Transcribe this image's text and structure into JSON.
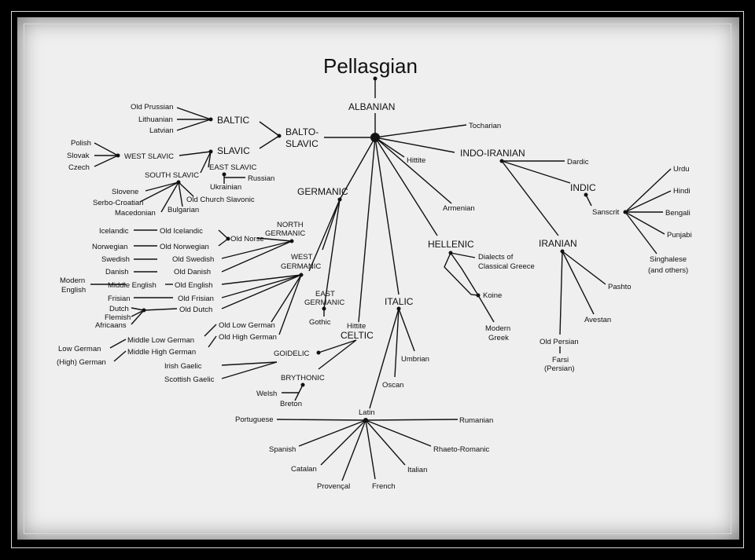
{
  "title": "Pellasgian",
  "root_branch": "ALBANIAN",
  "branches": {
    "baltic": {
      "name": "BALTIC",
      "members": [
        "Old Prussian",
        "Lithuanian",
        "Latvian"
      ]
    },
    "balto_slavic": {
      "line1": "BALTO-",
      "line2": "SLAVIC"
    },
    "slavic": "SLAVIC",
    "west_slavic": {
      "name": "WEST SLAVIC",
      "members": [
        "Polish",
        "Slovak",
        "Czech"
      ]
    },
    "east_slavic": {
      "name": "EAST SLAVIC",
      "members": [
        "Russian",
        "Ukrainian"
      ]
    },
    "south_slavic": {
      "name": "SOUTH SLAVIC",
      "members": [
        "Slovene",
        "Serbo-Croatian",
        "Macedonian",
        "Bulgarian",
        "Old Church Slavonic"
      ]
    },
    "germanic": "GERMANIC",
    "north_germanic": {
      "line1": "NORTH",
      "line2": "GERMANIC"
    },
    "old_norse": "Old Norse",
    "north_langs": [
      {
        "modern": "Icelandic",
        "old": "Old Icelandic"
      },
      {
        "modern": "Norwegian",
        "old": "Old Norwegian"
      },
      {
        "modern": "Swedish",
        "old": "Old Swedish"
      },
      {
        "modern": "Danish",
        "old": "Old Danish"
      }
    ],
    "west_germanic": {
      "line1": "WEST",
      "line2": "GERMANIC"
    },
    "english": {
      "modern1": "Modern",
      "modern2": "English",
      "middle": "Middle English",
      "old": "Old English"
    },
    "frisian": {
      "modern": "Frisian",
      "old": "Old Frisian"
    },
    "dutch": {
      "members": [
        "Dutch",
        "Flemish",
        "Africaans"
      ],
      "old": "Old Dutch"
    },
    "german": {
      "old_low": "Old Low German",
      "old_high": "Old High German",
      "middle_low": "Middle Low German",
      "middle_high": "Middle High German",
      "low": "Low German",
      "high": "(High) German"
    },
    "east_germanic": {
      "line1": "EAST",
      "line2": "GERMANIC",
      "member": "Gothic"
    },
    "hittite_1": "Hittite",
    "hittite_2": "Hittite",
    "celtic": "CELTIC",
    "goidelic": {
      "name": "GOIDELIC",
      "members": [
        "Irish Gaelic",
        "Scottish Gaelic"
      ]
    },
    "brythonic": {
      "name": "BRYTHONIC",
      "members": [
        "Welsh",
        "Breton"
      ]
    },
    "italic": {
      "name": "ITALIC",
      "members": [
        "Umbrian",
        "Oscan"
      ]
    },
    "latin": {
      "name": "Latin",
      "members": [
        "Portuguese",
        "Spanish",
        "Catalan",
        "Provençal",
        "French",
        "Italian",
        "Rhaeto-Romanic",
        "Rumanian"
      ]
    },
    "tocharian": "Tocharian",
    "armenian": "Armenian",
    "hellenic": {
      "name": "HELLENIC",
      "dialects1": "Dialects of",
      "dialects2": "Classical Greece",
      "koine": "Koine",
      "modern1": "Modern",
      "modern2": "Greek"
    },
    "indo_iranian": "INDO-IRANIAN",
    "dardic": "Dardic",
    "indic": {
      "name": "INDIC",
      "sanscrit": "Sanscrit",
      "members": [
        "Urdu",
        "Hindi",
        "Bengali",
        "Punjabi",
        "Singhalese",
        "(and others)"
      ]
    },
    "iranian": {
      "name": "IRANIAN",
      "members": [
        "Pashto",
        "Avestan"
      ],
      "old_persian": "Old Persian",
      "farsi1": "Farsi",
      "farsi2": "(Persian)"
    }
  }
}
